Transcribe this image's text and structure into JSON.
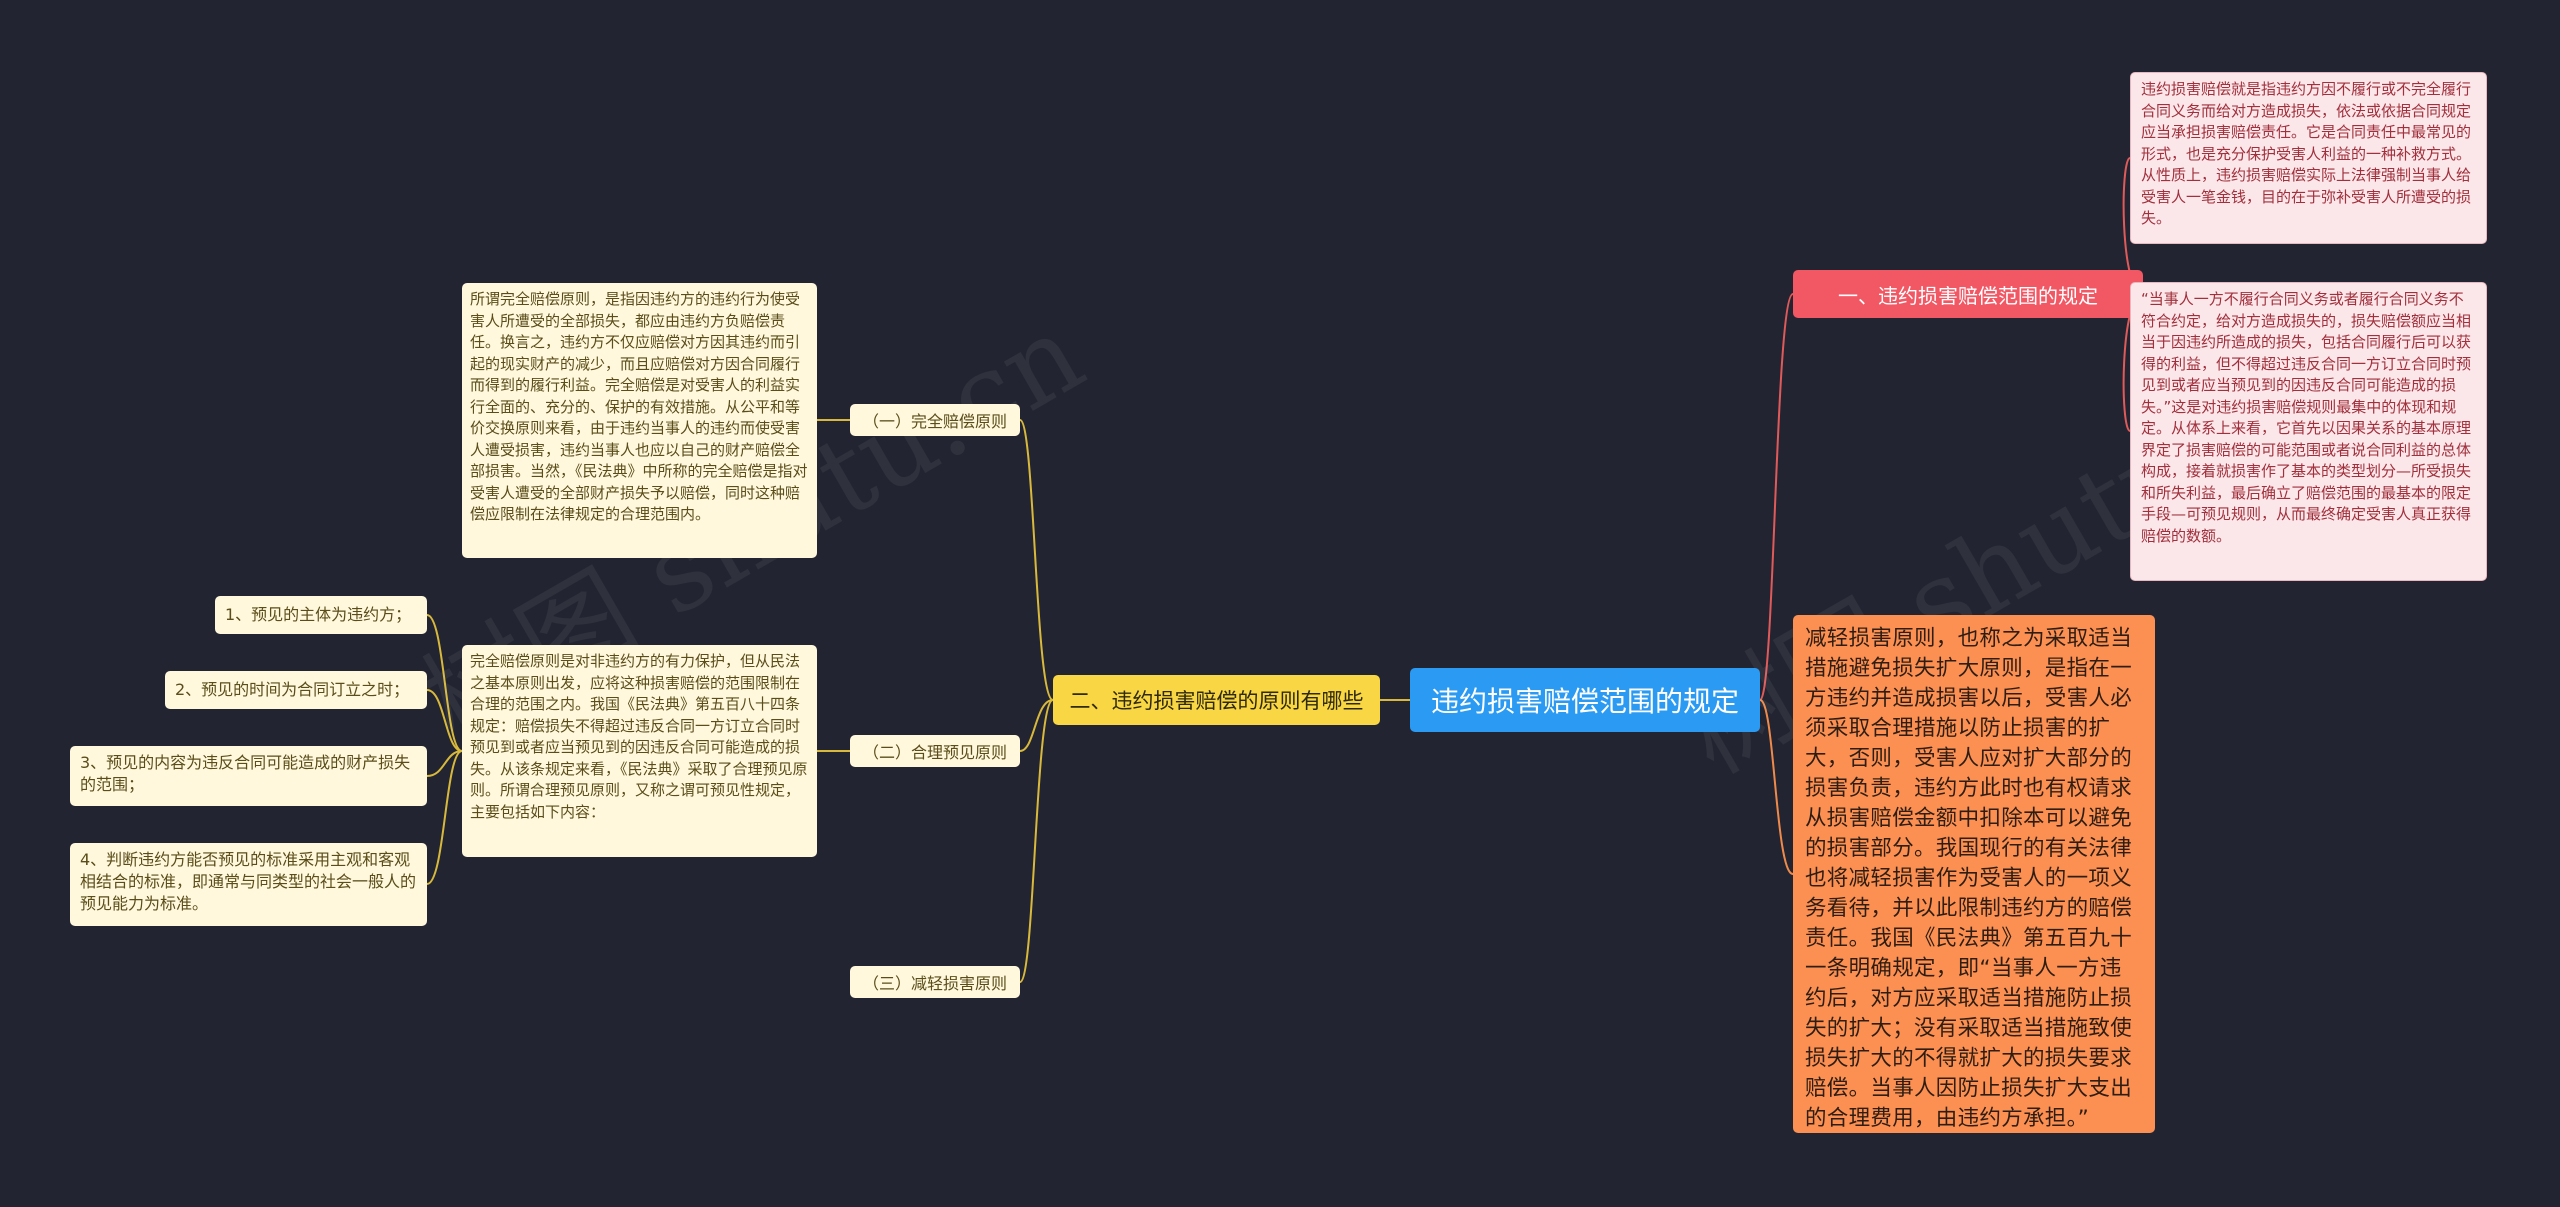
{
  "center": {
    "label": "违约损害赔偿范围的规定"
  },
  "branch1": {
    "label": "一、违约损害赔偿范围的规定",
    "notes": [
      "违约损害赔偿就是指违约方因不履行或不完全履行合同义务而给对方造成损失，依法或依据合同规定应当承担损害赔偿责任。它是合同责任中最常见的形式，也是充分保护受害人利益的一种补救方式。从性质上，违约损害赔偿实际上法律强制当事人给受害人一笔金钱，目的在于弥补受害人所遭受的损失。",
      "“当事人一方不履行合同义务或者履行合同义务不符合约定，给对方造成损失的，损失赔偿额应当相当于因违约所造成的损失，包括合同履行后可以获得的利益，但不得超过违反合同一方订立合同时预见到或者应当预见到的因违反合同可能造成的损失。”这是对违约损害赔偿规则最集中的体现和规定。从体系上来看，它首先以因果关系的基本原理界定了损害赔偿的可能范围或者说合同利益的总体构成，接着就损害作了基本的类型划分—所受损失和所失利益，最后确立了赔偿范围的最基本的限定手段—可预见规则，从而最终确定受害人真正获得赔偿的数额。"
    ]
  },
  "branch3": {
    "text": "减轻损害原则，也称之为采取适当措施避免损失扩大原则，是指在一方违约并造成损害以后，受害人必须采取合理措施以防止损害的扩大，否则，受害人应对扩大部分的损害负责，违约方此时也有权请求从损害赔偿金额中扣除本可以避免的损害部分。我国现行的有关法律也将减轻损害作为受害人的一项义务看待，并以此限制违约方的赔偿责任。我国《民法典》第五百九十一条明确规定，即“当事人一方违约后，对方应采取适当措施防止损失的扩大；没有采取适当措施致使损失扩大的不得就扩大的损失要求赔偿。当事人因防止损失扩大支出的合理费用，由违约方承担。”"
  },
  "branch2": {
    "label": "二、违约损害赔偿的原则有哪些",
    "subs": [
      {
        "label": "（一）完全赔偿原则"
      },
      {
        "label": "（二）合理预见原则"
      },
      {
        "label": "（三）减轻损害原则"
      }
    ],
    "note_full": "所谓完全赔偿原则，是指因违约方的违约行为使受害人所遭受的全部损失，都应由违约方负赔偿责任。换言之，违约方不仅应赔偿对方因其违约而引起的现实财产的减少，而且应赔偿对方因合同履行而得到的履行利益。完全赔偿是对受害人的利益实行全面的、充分的、保护的有效措施。从公平和等价交换原则来看，由于违约当事人的违约而使受害人遭受损害，违约当事人也应以自己的财产赔偿全部损害。当然，《民法典》中所称的完全赔偿是指对受害人遭受的全部财产损失予以赔偿，同时这种赔偿应限制在法律规定的合理范围内。",
    "note_foresee": "完全赔偿原则是对非违约方的有力保护，但从民法之基本原则出发，应将这种损害赔偿的范围限制在合理的范围之内。我国《民法典》第五百八十四条规定：赔偿损失不得超过违反合同一方订立合同时预见到或者应当预见到的因违反合同可能造成的损失。从该条规定来看，《民法典》采取了合理预见原则。所谓合理预见原则，又称之谓可预见性规定，主要包括如下内容：",
    "foresee_items": [
      "1、预见的主体为违约方；",
      "2、预见的时间为合同订立之时；",
      "3、预见的内容为违反合同可能造成的财产损失的范围；",
      "4、判断违约方能否预见的标准采用主观和客观相结合的标准，即通常与同类型的社会一般人的预见能力为标准。"
    ]
  },
  "watermark": "树图 shutu.cn",
  "colors": {
    "background": "#222531",
    "center": "#2a9af3",
    "branch1": "#f25764",
    "branch2": "#f9d643",
    "branch3": "#fb9052",
    "line_red": "#e05a5a",
    "line_yellow": "#d8b93c"
  }
}
